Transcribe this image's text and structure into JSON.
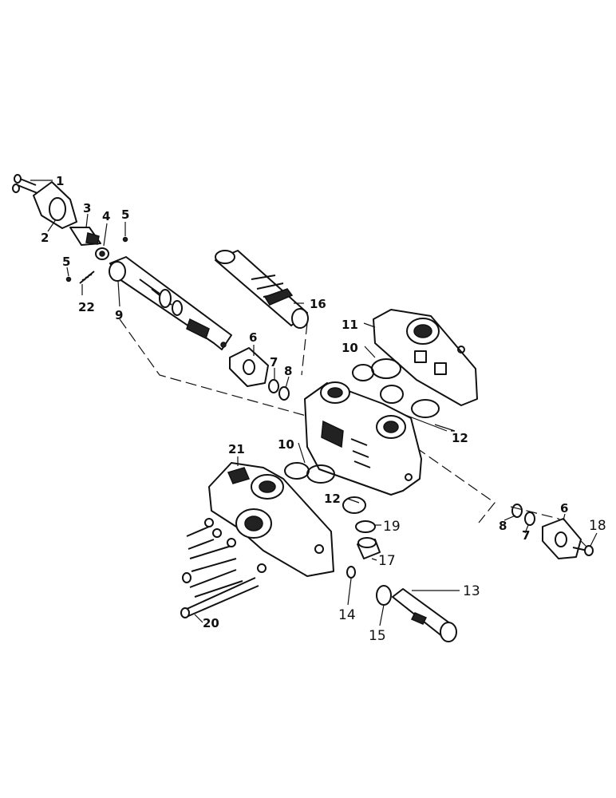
{
  "diagram": {
    "callouts": [
      {
        "id": "c1",
        "text": "1"
      },
      {
        "id": "c2",
        "text": "2"
      },
      {
        "id": "c3",
        "text": "3"
      },
      {
        "id": "c4",
        "text": "4"
      },
      {
        "id": "c5a",
        "text": "5"
      },
      {
        "id": "c5b",
        "text": "5"
      },
      {
        "id": "c22",
        "text": "22"
      },
      {
        "id": "c9",
        "text": "9"
      },
      {
        "id": "c16",
        "text": "16"
      },
      {
        "id": "c11",
        "text": "11"
      },
      {
        "id": "c10a",
        "text": "10"
      },
      {
        "id": "c6a",
        "text": "6"
      },
      {
        "id": "c7a",
        "text": "7"
      },
      {
        "id": "c8a",
        "text": "8"
      },
      {
        "id": "c12a",
        "text": "12"
      },
      {
        "id": "c21",
        "text": "21"
      },
      {
        "id": "c10b",
        "text": "10"
      },
      {
        "id": "c12b",
        "text": "12"
      },
      {
        "id": "c19",
        "text": "19"
      },
      {
        "id": "c17",
        "text": "17"
      },
      {
        "id": "c8b",
        "text": "8"
      },
      {
        "id": "c7b",
        "text": "7"
      },
      {
        "id": "c6b",
        "text": "6"
      },
      {
        "id": "c18",
        "text": "18"
      },
      {
        "id": "c13",
        "text": "13"
      },
      {
        "id": "c14",
        "text": "14"
      },
      {
        "id": "c15",
        "text": "15"
      },
      {
        "id": "c20",
        "text": "20"
      }
    ]
  }
}
